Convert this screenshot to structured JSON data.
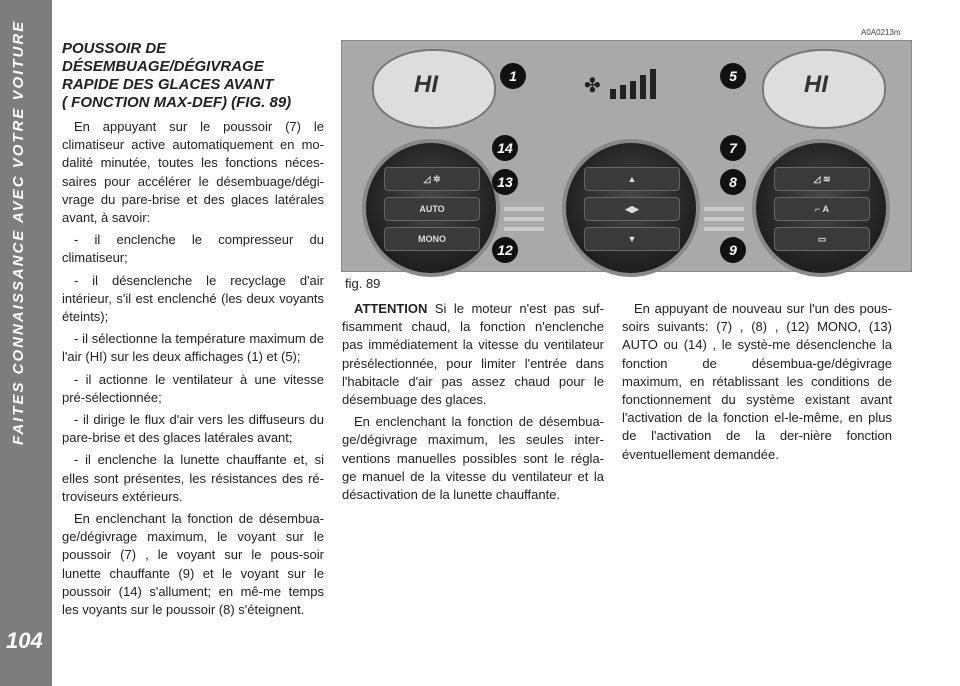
{
  "sidebar": {
    "title": "FAITES CONNAISSANCE AVEC VOTRE VOITURE",
    "page_number": "104"
  },
  "section": {
    "heading_lines": [
      "POUSSOIR DE",
      "DÉSEMBUAGE/DÉGIVRAGE",
      "RAPIDE DES GLACES AVANT",
      "( fonction MAX-DEF) (fig. 89)"
    ]
  },
  "col1_paragraphs": [
    "En appuyant sur le poussoir (7) le climatiseur active automatiquement en mo-dalité minutée, toutes les fonctions néces-saires pour accélérer le désembuage/dégi-vrage du pare-brise et des glaces latérales avant, à savoir:",
    "- il enclenche le compresseur du climatiseur;",
    "- il désenclenche le recyclage d'air intérieur, s'il est enclenché (les deux voyants éteints);",
    "- il sélectionne la température maximum de l'air (HI) sur les deux affichages (1) et (5);",
    "- il actionne le ventilateur à une vitesse pré-sélectionnée;",
    "- il dirige le flux d'air vers les diffuseurs du pare-brise et des glaces latérales avant;",
    "- il enclenche la lunette chauffante et, si elles sont présentes, les résistances des ré-troviseurs extérieurs.",
    "En enclenchant la fonction de désembua-ge/dégivrage maximum, le voyant sur le poussoir (7) , le voyant sur le pous-soir lunette chauffante (9) et le voyant sur le poussoir (14) s'allument; en mê-me temps les voyants sur le poussoir (8) s'éteignent."
  ],
  "col2": {
    "attention_label": "ATTENTION",
    "attention_text": "Si le moteur n'est pas suf-fisamment chaud, la fonction n'enclenche pas immédiatement la vitesse du ventilateur présélectionnée, pour limiter l'entrée dans l'habitacle d'air pas assez chaud pour le désembuage des glaces.",
    "paragraph": "En enclenchant la fonction de désembua-ge/dégivrage maximum, les seules inter-ventions manuelles possibles sont le régla-ge manuel de la vitesse du ventilateur et la désactivation de la lunette chauffante."
  },
  "col3": {
    "paragraph": "En appuyant de nouveau sur l'un des pous-soirs suivants: (7) , (8) , (12) MONO, (13) AUTO ou (14) , le systè-me désenclenche la fonction de désembua-ge/dégivrage maximum, en rétablissant les conditions de fonctionnement du système existant avant l'activation de la fonction el-le-même, en plus de l'activation de la der-nière fonction éventuellement demandée."
  },
  "figure": {
    "code": "A0A0213m",
    "caption": "fig. 89",
    "display_left": "HI",
    "display_right": "HI",
    "callouts": [
      "1",
      "5",
      "14",
      "13",
      "12",
      "7",
      "8",
      "9"
    ],
    "button_auto": "AUTO",
    "button_mono": "MONO",
    "button_a": "A"
  }
}
